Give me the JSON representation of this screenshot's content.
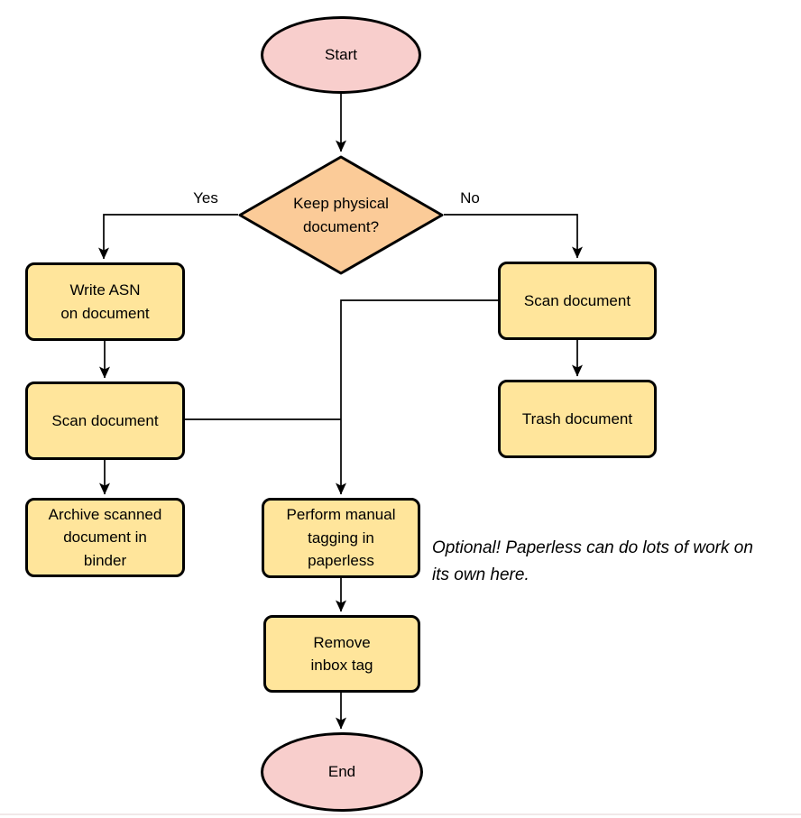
{
  "flowchart": {
    "nodes": {
      "start": "Start",
      "decision": "Keep physical\ndocument?",
      "write_asn": "Write ASN\non document",
      "scan_left": "Scan document",
      "archive": "Archive scanned\ndocument in\nbinder",
      "scan_right": "Scan document",
      "trash": "Trash document",
      "tagging": "Perform manual\ntagging in\npaperless",
      "remove_inbox": "Remove\ninbox tag",
      "end": "End"
    },
    "edge_labels": {
      "yes": "Yes",
      "no": "No"
    },
    "note": "Optional! Paperless can do lots of work on\nits own here.",
    "colors": {
      "terminator_fill": "#F8CECC",
      "decision_fill": "#FBCB98",
      "process_fill": "#FFE59B",
      "stroke": "#000000"
    }
  }
}
